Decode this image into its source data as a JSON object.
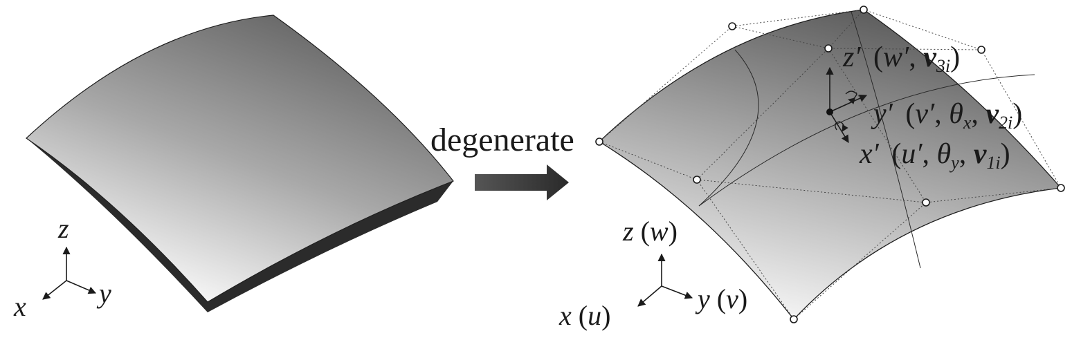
{
  "left_axes": {
    "z": "z",
    "x": "x",
    "y": "y"
  },
  "arrow_label": "degenerate",
  "right_axes": {
    "z_var": "z",
    "z_disp": "w",
    "x_var": "x",
    "x_disp": "u",
    "y_var": "y",
    "y_disp": "v"
  },
  "local_labels": {
    "z_prime": {
      "axis": "z′",
      "disp": "w′",
      "vec": "v",
      "sub": "3i"
    },
    "y_prime": {
      "axis": "y′",
      "disp": "v′",
      "theta": "θ",
      "theta_sub": "x",
      "vec": "v",
      "sub": "2i"
    },
    "x_prime": {
      "axis": "x′",
      "disp": "u′",
      "theta": "θ",
      "theta_sub": "y",
      "vec": "v",
      "sub": "1i"
    }
  },
  "colors": {
    "surface_dark": "#5a5a5a",
    "surface_light": "#f2f2f2",
    "edge": "#1f1f1f",
    "thickness": "#2a2a2a",
    "arrow": "#3a3a3a"
  }
}
